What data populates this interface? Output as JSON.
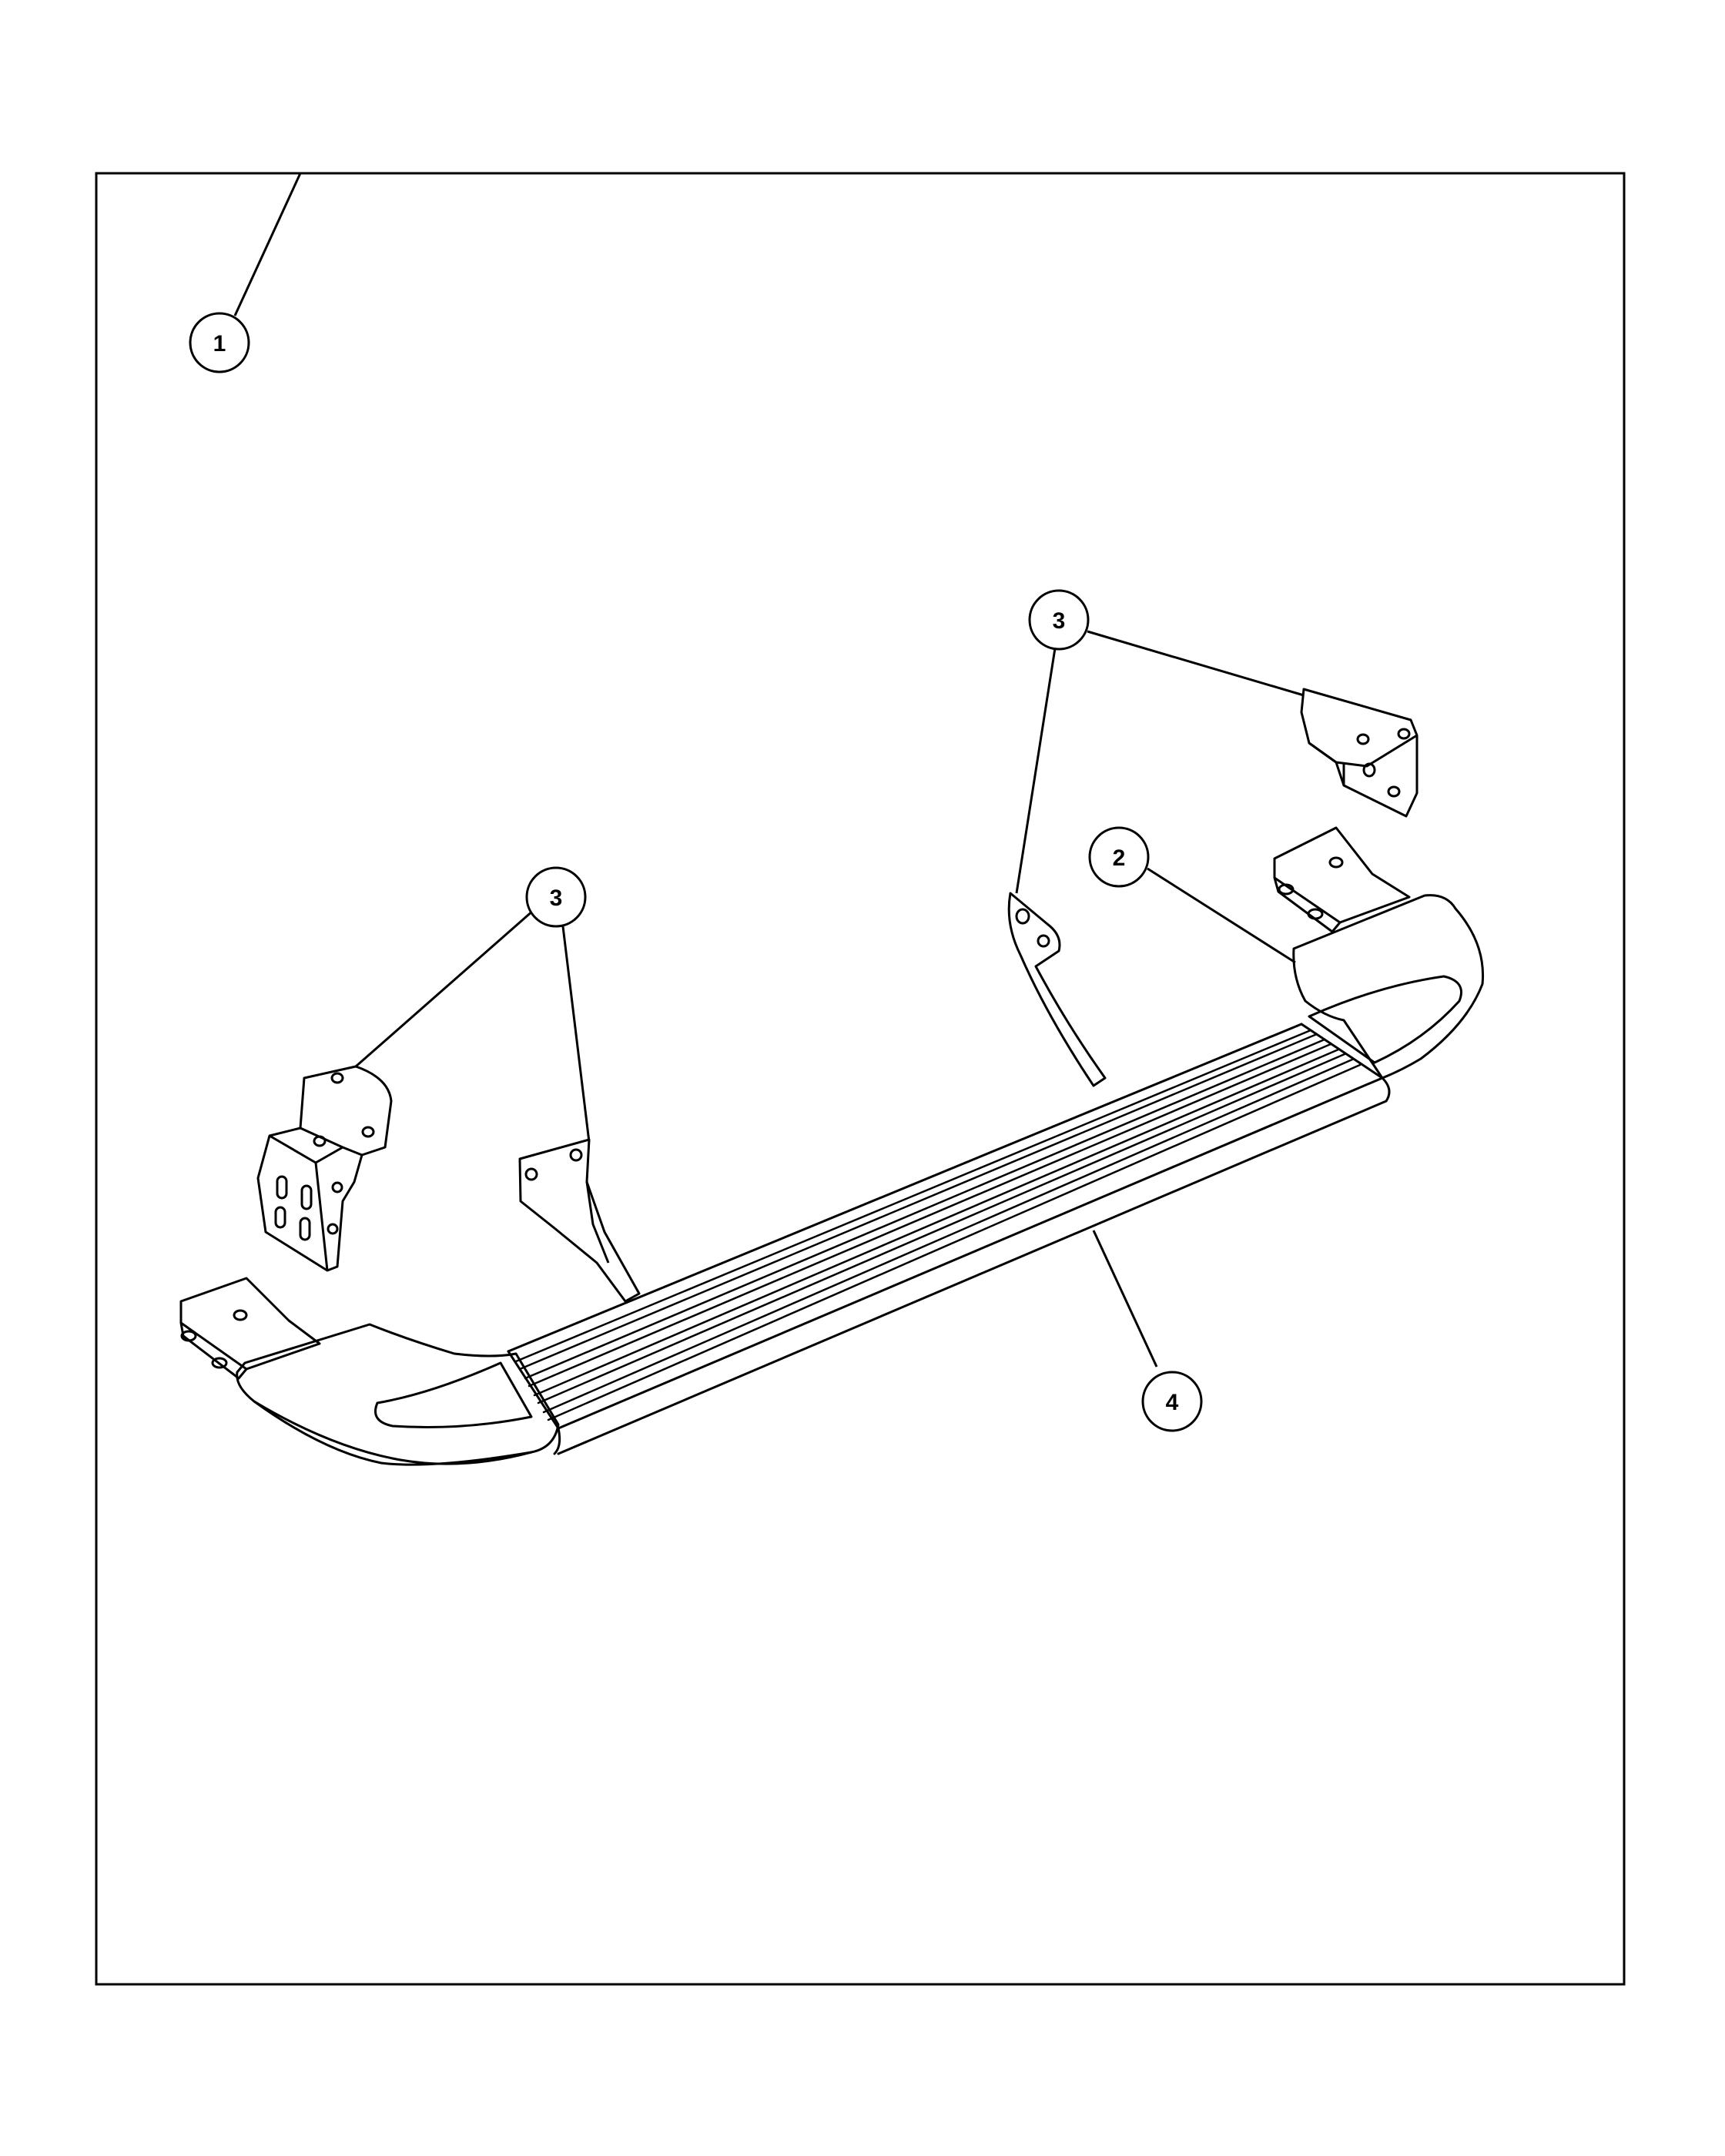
{
  "colors": {
    "ink": "#000000",
    "paper": "#ffffff"
  },
  "callouts": [
    {
      "id": "c1",
      "label": "1"
    },
    {
      "id": "c2",
      "label": "2"
    },
    {
      "id": "c3a",
      "label": "3"
    },
    {
      "id": "c3b",
      "label": "3"
    },
    {
      "id": "c4",
      "label": "4"
    }
  ]
}
